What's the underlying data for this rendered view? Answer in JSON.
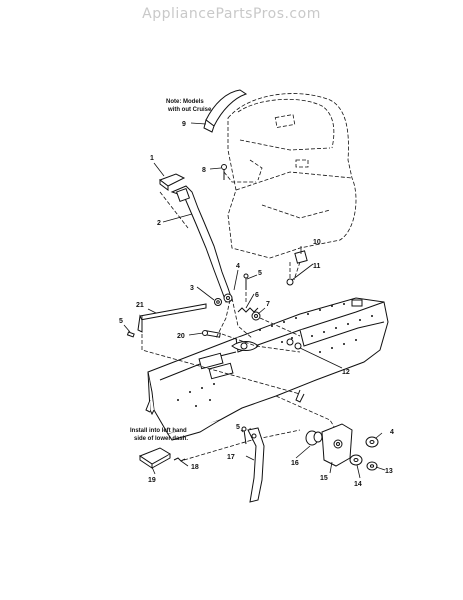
{
  "watermark": "AppliancePartsPros.com",
  "notes": {
    "cruise_line1": "Note: Models",
    "cruise_line2": "with out Cruise",
    "dash_line1": "Install into left hand",
    "dash_line2": "side of lower dash."
  },
  "callouts": {
    "c1": "1",
    "c2": "2",
    "c3": "3",
    "c4a": "4",
    "c4b": "4",
    "c5a": "5",
    "c5b": "5",
    "c5c": "5",
    "c6": "6",
    "c7": "7",
    "c8": "8",
    "c9": "9",
    "c10": "10",
    "c11": "11",
    "c12": "12",
    "c13": "13",
    "c14": "14",
    "c15": "15",
    "c16": "16",
    "c17": "17",
    "c18": "18",
    "c19": "19",
    "c20": "20",
    "c21": "21"
  }
}
